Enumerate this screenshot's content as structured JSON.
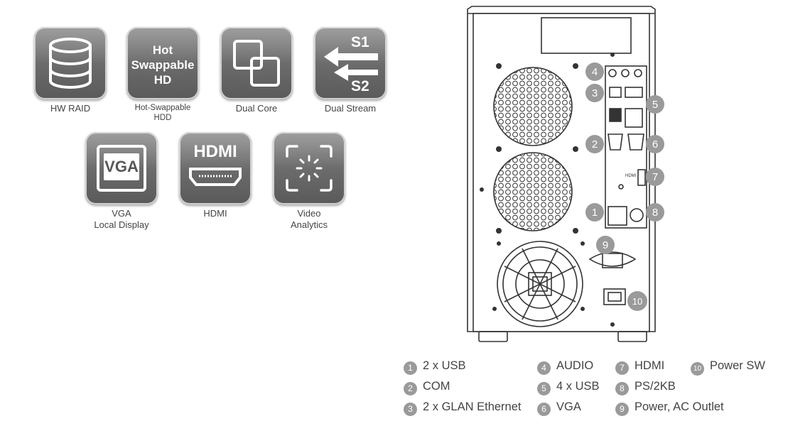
{
  "features": [
    {
      "id": "hw-raid",
      "label": "HW RAID",
      "icon": "database-icon"
    },
    {
      "id": "hot-swap",
      "tile_lines": [
        "Hot",
        "Swappable",
        "HD"
      ],
      "label_lines": [
        "Hot-Swappable",
        "HDD"
      ],
      "icon": "hdd-text-icon"
    },
    {
      "id": "dual-core",
      "label": "Dual Core",
      "icon": "dual-core-icon"
    },
    {
      "id": "dual-stream",
      "label": "Dual Stream",
      "tile_s1": "S1",
      "tile_s2": "S2",
      "icon": "dual-arrow-icon"
    },
    {
      "id": "vga",
      "tile_text": "VGA",
      "label_lines": [
        "VGA",
        "Local Display"
      ],
      "icon": "vga-icon"
    },
    {
      "id": "hdmi",
      "tile_text": "HDMI",
      "label": "HDMI",
      "icon": "hdmi-icon"
    },
    {
      "id": "video-analytics",
      "label_lines": [
        "Video",
        "Analytics"
      ],
      "icon": "scan-focus-icon"
    }
  ],
  "panel": {
    "callouts": [
      "1",
      "2",
      "3",
      "4",
      "5",
      "6",
      "7",
      "8",
      "9",
      "10"
    ],
    "hdmi_text": "HDMI"
  },
  "legend": [
    {
      "n": "1",
      "label": "2 x USB"
    },
    {
      "n": "2",
      "label": "COM"
    },
    {
      "n": "3",
      "label": "2 x GLAN Ethernet"
    },
    {
      "n": "4",
      "label": "AUDIO"
    },
    {
      "n": "5",
      "label": "4 x USB"
    },
    {
      "n": "6",
      "label": "VGA"
    },
    {
      "n": "7",
      "label": "HDMI"
    },
    {
      "n": "8",
      "label": "PS/2KB"
    },
    {
      "n": "9",
      "label": "Power, AC Outlet"
    },
    {
      "n": "10",
      "label": "Power SW"
    }
  ],
  "colors": {
    "tile": "#6e6e6e",
    "callout": "#9a9a9a",
    "outline": "#333333"
  }
}
